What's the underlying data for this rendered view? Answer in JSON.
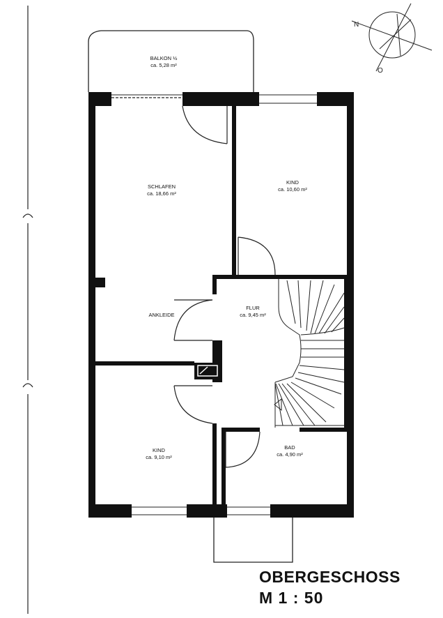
{
  "rooms": {
    "balkon": {
      "name": "BALKON ½",
      "area": "ca. 5,28 m²"
    },
    "schlafen": {
      "name": "SCHLAFEN",
      "area": "ca. 18,66 m²"
    },
    "kind_top": {
      "name": "KIND",
      "area": "ca. 10,60 m²"
    },
    "ankleide": {
      "name": "ANKLEIDE"
    },
    "flur": {
      "name": "FLUR",
      "area": "ca. 9,45 m²"
    },
    "kind_bottom": {
      "name": "KIND",
      "area": "ca. 9,10 m²"
    },
    "bad": {
      "name": "BAD",
      "area": "ca. 4,90 m²"
    }
  },
  "compass": {
    "n_label": "N",
    "o_label": "O"
  },
  "title": {
    "line1": "OBERGESCHOSS",
    "line2": "M 1 : 50"
  }
}
